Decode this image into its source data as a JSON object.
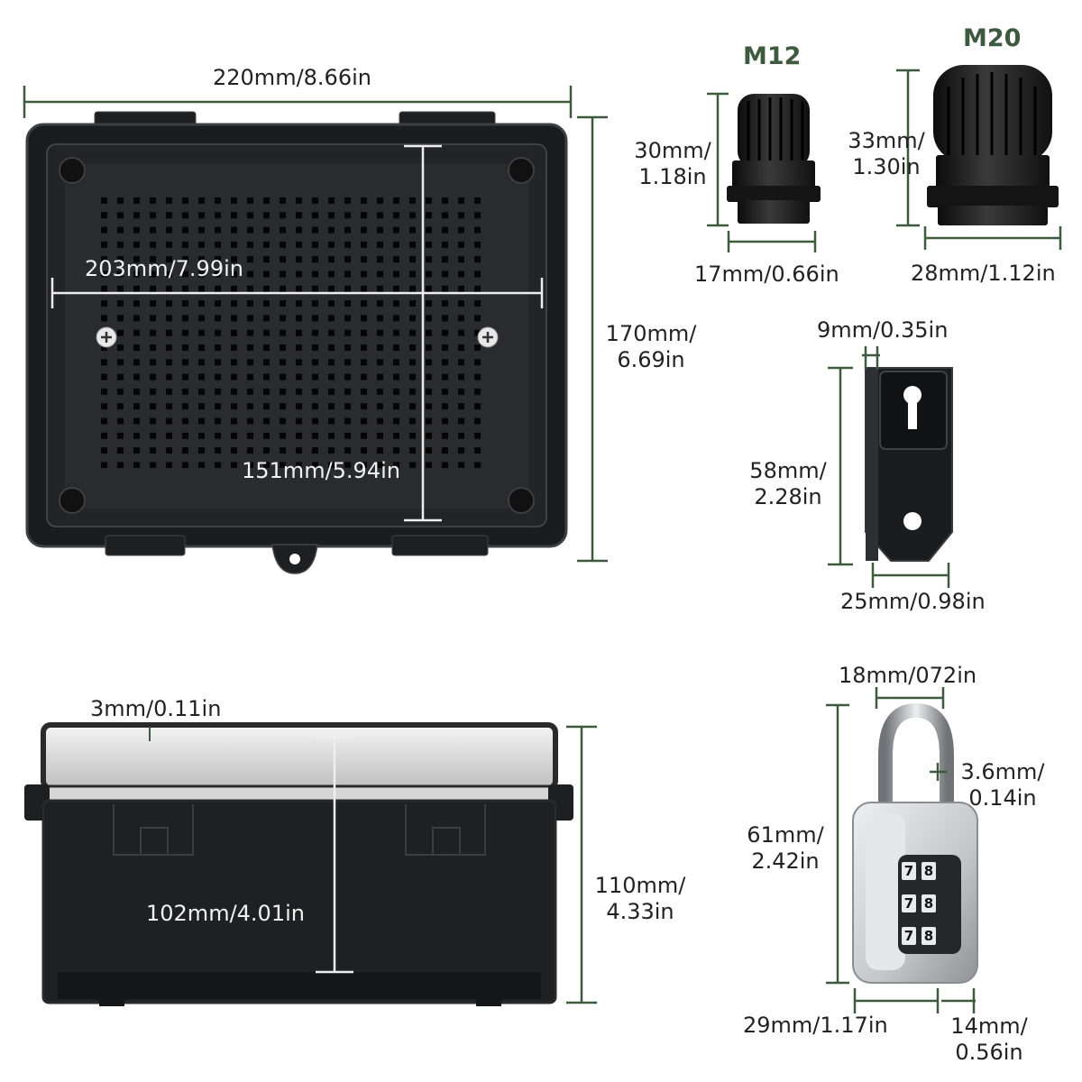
{
  "enclosure_top": {
    "width_label": "220mm/8.66in",
    "inner_width_label": "203mm/7.99in",
    "inner_height_label": "151mm/5.94in",
    "height_label": "170mm/\n6.69in"
  },
  "enclosure_side": {
    "wall_label": "3mm/0.11in",
    "inner_depth_label": "102mm/4.01in",
    "depth_label": "110mm/\n4.33in"
  },
  "gland_m12": {
    "title": "M12",
    "height_label": "30mm/\n1.18in",
    "width_label": "17mm/0.66in"
  },
  "gland_m20": {
    "title": "M20",
    "height_label": "33mm/\n1.30in",
    "width_label": "28mm/1.12in"
  },
  "bracket": {
    "thickness_label": "9mm/0.35in",
    "height_label": "58mm/\n2.28in",
    "width_label": "25mm/0.98in"
  },
  "padlock": {
    "shackle_label": "18mm/072in",
    "shackle_dia_label": "3.6mm/\n0.14in",
    "height_label": "61mm/\n2.42in",
    "width_label": "29mm/1.17in",
    "thickness_label": "14mm/\n0.56in",
    "dial_digits": [
      "7",
      "8",
      "7",
      "8",
      "7",
      "8"
    ]
  },
  "colors": {
    "dimension_line": "#3d5a3f",
    "enclosure": "#1c1d1f",
    "lock_body": "#c9cbce"
  }
}
